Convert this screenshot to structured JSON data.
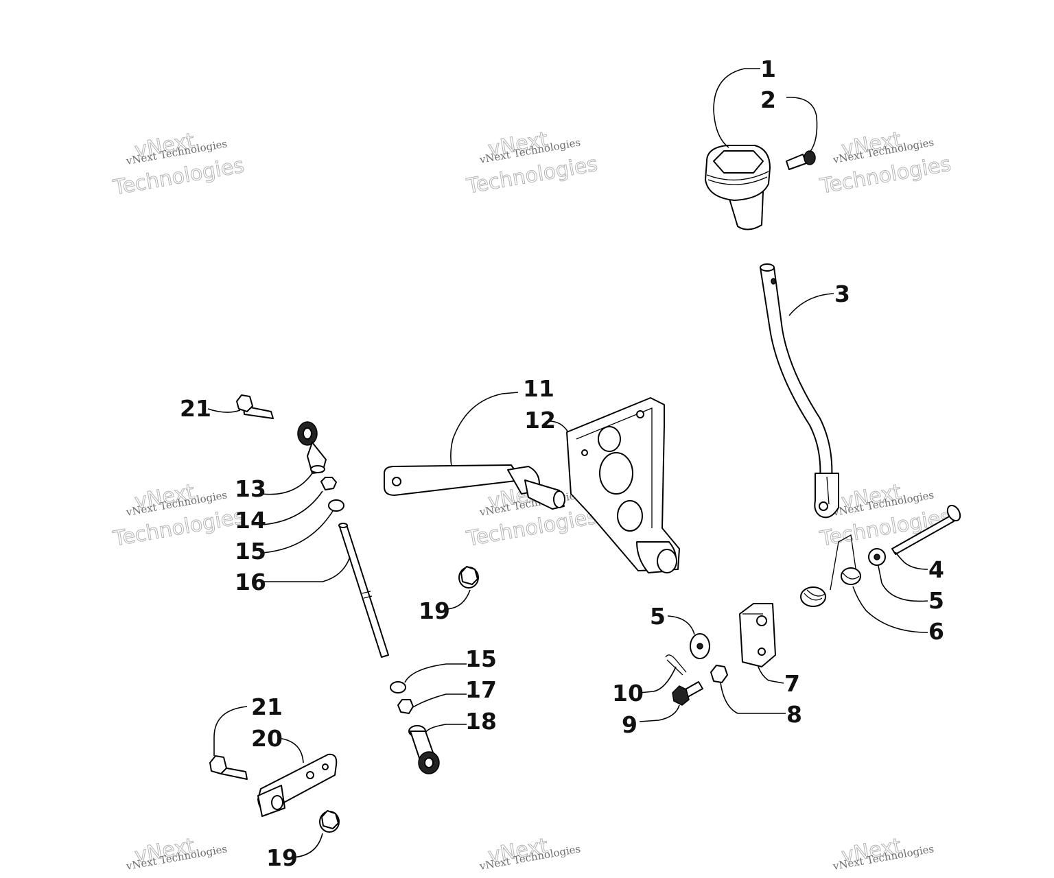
{
  "labels": {
    "l1": "1",
    "l2": "2",
    "l3": "3",
    "l4": "4",
    "l5a": "5",
    "l5b": "5",
    "l6": "6",
    "l7": "7",
    "l8": "8",
    "l9": "9",
    "l10": "10",
    "l11": "11",
    "l12": "12",
    "l13": "13",
    "l14": "14",
    "l15a": "15",
    "l15b": "15",
    "l16": "16",
    "l17": "17",
    "l18": "18",
    "l19a": "19",
    "l19b": "19",
    "l20": "20",
    "l21a": "21",
    "l21b": "21"
  },
  "watermark": {
    "line1": "vNext Technologies",
    "line2": "Technologies",
    "top": "vNext"
  }
}
